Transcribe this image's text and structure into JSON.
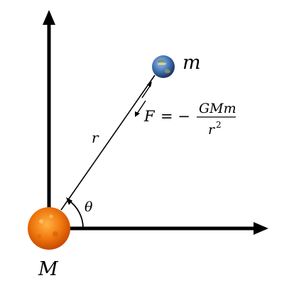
{
  "labels": {
    "sun_mass": "M",
    "planet_mass": "m",
    "distance": "r",
    "angle": "θ"
  },
  "formula": {
    "lhs": "F",
    "equals_minus": "= −",
    "numerator": "GMm",
    "denominator_base": "r",
    "denominator_exp": "2"
  },
  "colors": {
    "axis": "#000000",
    "sun": "#f07a10",
    "planet": "#3e6fb0"
  },
  "icons": {
    "sun": "sun-icon",
    "planet": "earth-icon"
  }
}
